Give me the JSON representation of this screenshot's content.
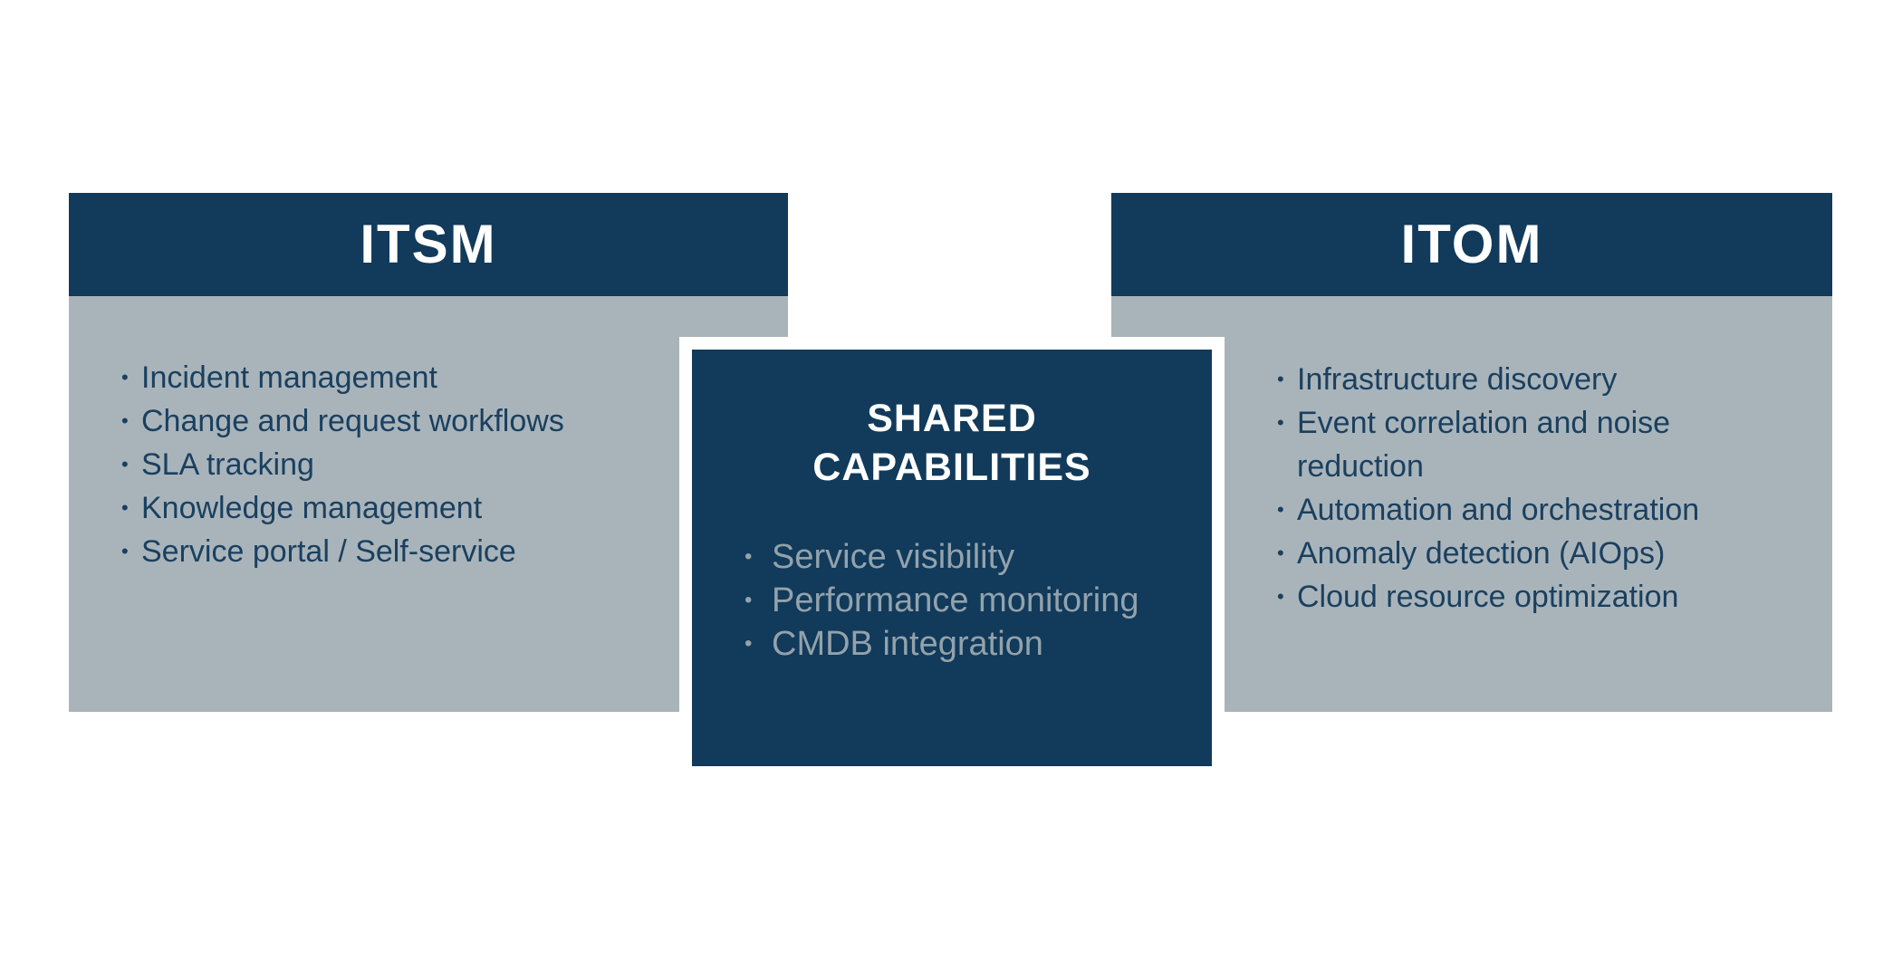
{
  "ui": {
    "bullet_glyph": "•"
  },
  "colors": {
    "navy": "#113A5B",
    "panel-gray": "#A9B4BA",
    "side-text": "#1A4060",
    "center-text": "#93A2AB",
    "background": "#FFFFFF",
    "title-text": "#FFFFFF"
  },
  "panels": {
    "itsm": {
      "title": "ITSM",
      "items": [
        "Incident management",
        "Change and request workflows",
        "SLA tracking",
        "Knowledge management",
        "Service portal / Self-service"
      ]
    },
    "shared": {
      "title": "SHARED CAPABILITIES",
      "items": [
        "Service visibility",
        "Performance monitoring",
        "CMDB integration"
      ]
    },
    "itom": {
      "title": "ITOM",
      "items": [
        "Infrastructure discovery",
        "Event correlation and noise reduction",
        "Automation and orchestration",
        "Anomaly detection (AIOps)",
        "Cloud resource optimization"
      ]
    }
  }
}
